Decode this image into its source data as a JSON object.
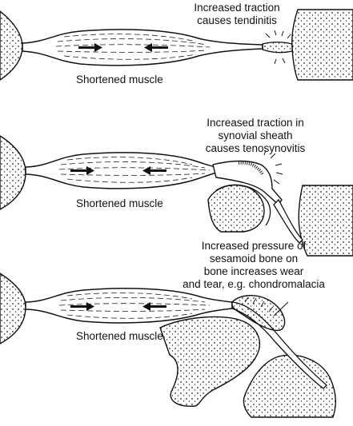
{
  "panels": [
    {
      "muscle_label": "Shortened muscle",
      "annotation": [
        "Increased traction",
        "causes tendinitis"
      ]
    },
    {
      "muscle_label": "Shortened muscle",
      "annotation": [
        "Increased traction in",
        "synovial sheath",
        "causes tenosynovitis"
      ]
    },
    {
      "muscle_label": "Shortened muscle",
      "annotation": [
        "Increased pressure of",
        "sesamoid bone on",
        "bone increases wear",
        "and tear, e.g. chondromalacia"
      ]
    }
  ]
}
